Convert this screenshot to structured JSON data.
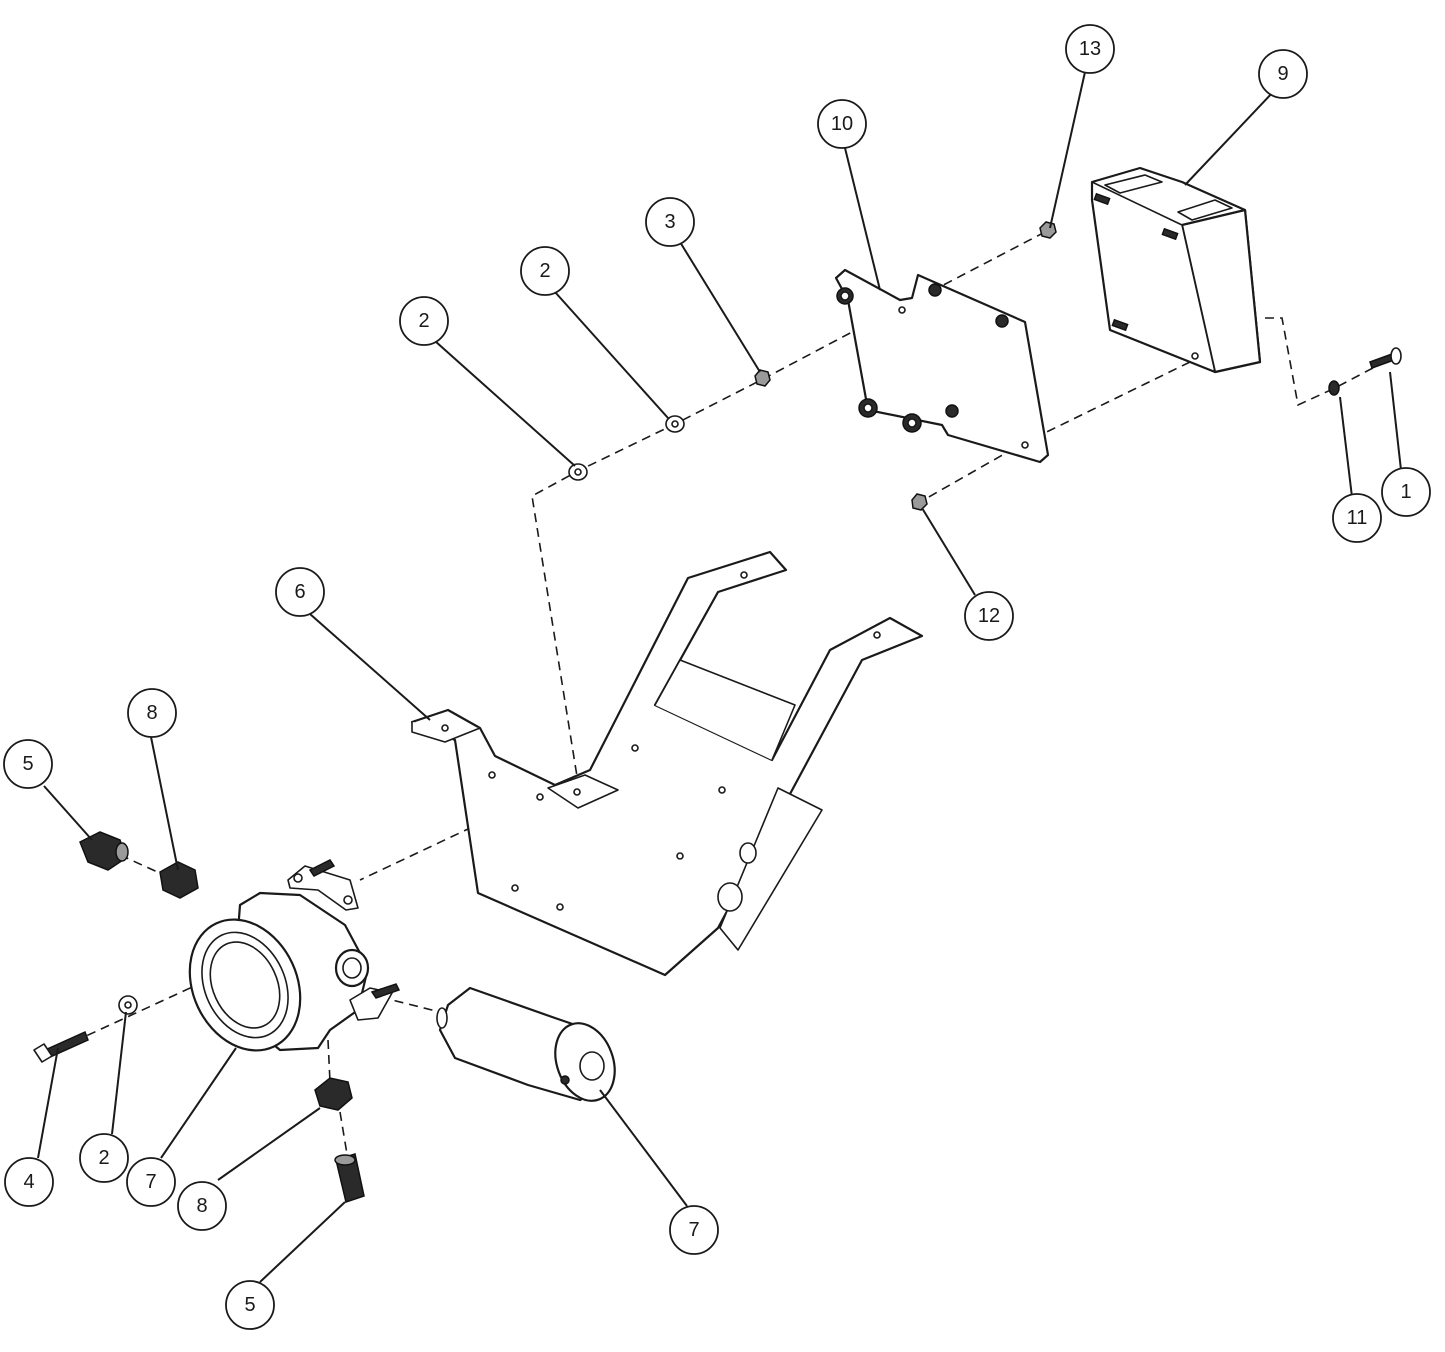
{
  "callouts": [
    {
      "id": "c13",
      "label": "13"
    },
    {
      "id": "c9",
      "label": "9"
    },
    {
      "id": "c10",
      "label": "10"
    },
    {
      "id": "c3",
      "label": "3"
    },
    {
      "id": "c2a",
      "label": "2"
    },
    {
      "id": "c2b",
      "label": "2"
    },
    {
      "id": "c1",
      "label": "1"
    },
    {
      "id": "c11",
      "label": "11"
    },
    {
      "id": "c12",
      "label": "12"
    },
    {
      "id": "c6",
      "label": "6"
    },
    {
      "id": "c8a",
      "label": "8"
    },
    {
      "id": "c5a",
      "label": "5"
    },
    {
      "id": "c4",
      "label": "4"
    },
    {
      "id": "c2c",
      "label": "2"
    },
    {
      "id": "c7a",
      "label": "7"
    },
    {
      "id": "c8b",
      "label": "8"
    },
    {
      "id": "c7b",
      "label": "7"
    },
    {
      "id": "c5b",
      "label": "5"
    }
  ]
}
